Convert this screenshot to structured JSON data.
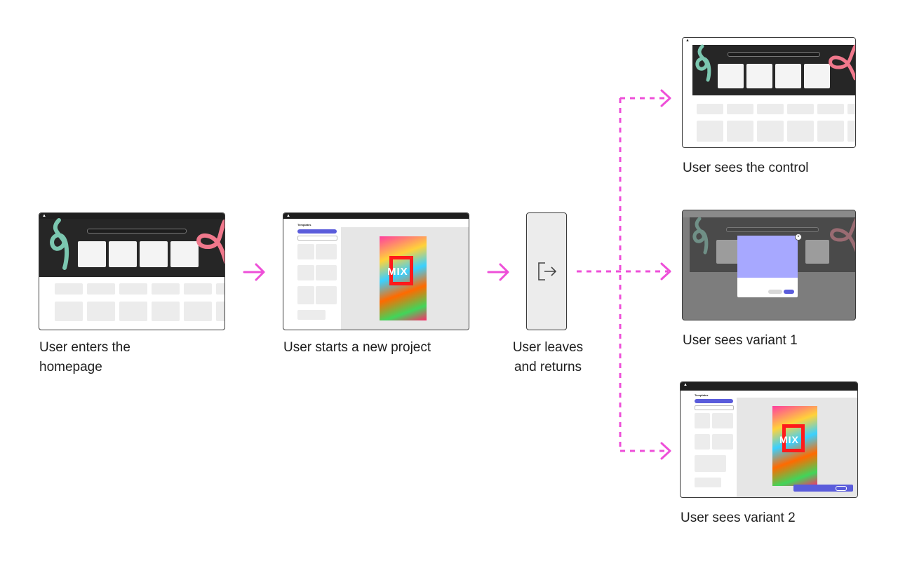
{
  "steps": [
    {
      "id": "homepage",
      "label": "User enters the homepage"
    },
    {
      "id": "new-project",
      "label": "User starts a new project"
    },
    {
      "id": "leave-return",
      "label": "User leaves and returns"
    }
  ],
  "outcomes": [
    {
      "id": "control",
      "label": "User sees the control"
    },
    {
      "id": "variant-1",
      "label": "User sees variant 1"
    },
    {
      "id": "variant-2",
      "label": "User sees variant 2"
    }
  ],
  "editor": {
    "sidebar_title": "Templates",
    "poster_text": "MIX"
  },
  "colors": {
    "arrow": "#ee4fd8",
    "accent": "#5a5cdb",
    "dark": "#262626",
    "modal": "#a7a8ff"
  },
  "icons": [
    "exit-icon",
    "close-icon",
    "search-icon"
  ]
}
